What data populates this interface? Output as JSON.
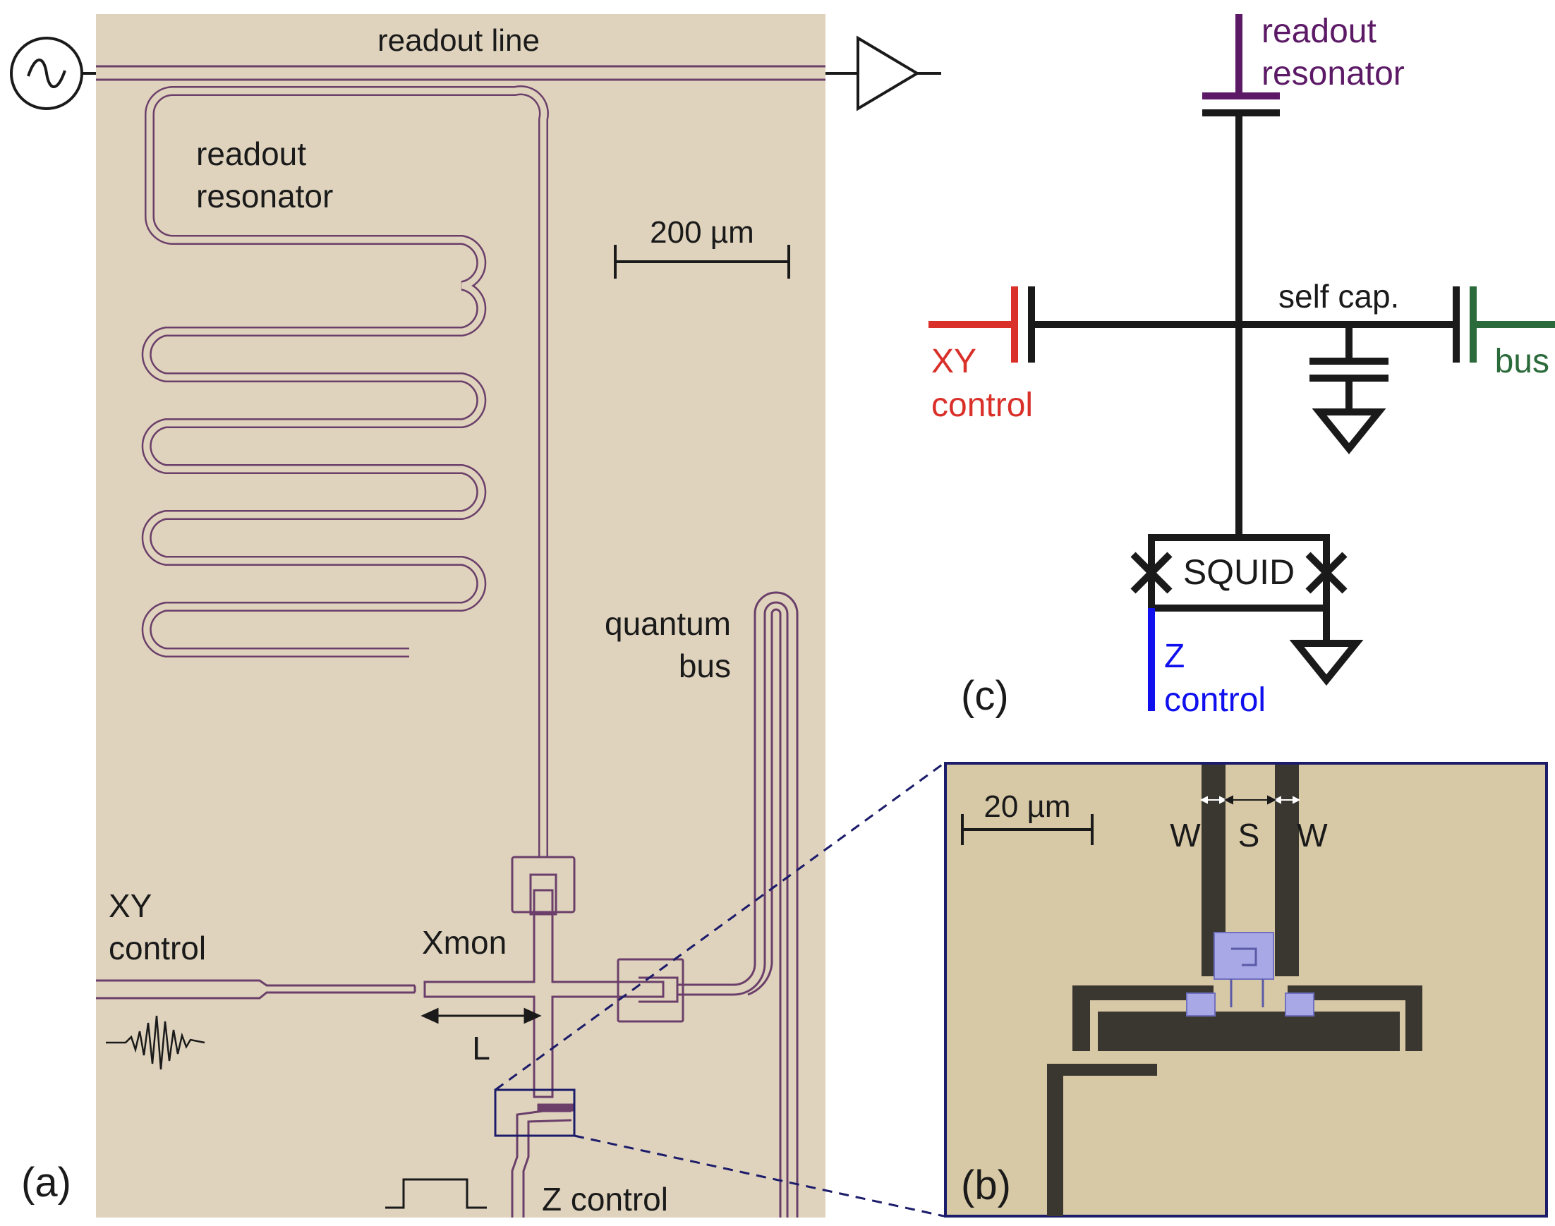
{
  "panel_a": {
    "label": "(a)",
    "readout_line": "readout line",
    "readout_resonator": [
      "readout",
      "resonator"
    ],
    "scale_bar": "200 µm",
    "quantum_bus": [
      "quantum",
      "bus"
    ],
    "xy_control": [
      "XY",
      "control"
    ],
    "xmon": "Xmon",
    "length_label": "L",
    "z_control": "Z control"
  },
  "panel_b": {
    "label": "(b)",
    "scale_bar": "20 µm",
    "w_left": "W",
    "s": "S",
    "w_right": "W"
  },
  "panel_c": {
    "label": "(c)",
    "readout_resonator": [
      "readout",
      "resonator"
    ],
    "self_cap": "self cap.",
    "xy_control": [
      "XY",
      "control"
    ],
    "bus": "bus",
    "squid": "SQUID",
    "z_control": [
      "Z",
      "control"
    ]
  },
  "colors": {
    "chip_bg": "#dfd3bd",
    "trace": "#6b3f6a",
    "zoom_bg": "#d8c9a6",
    "zoom_metal": "#3a3630",
    "junction": "#a8a8e6",
    "readout_purple": "#5c1a66",
    "xy_red": "#d9302a",
    "bus_green": "#2b6a3a",
    "z_blue": "#1010ee",
    "wire_black": "#1a1a1a",
    "zoom_frame": "#1c1c6a"
  }
}
